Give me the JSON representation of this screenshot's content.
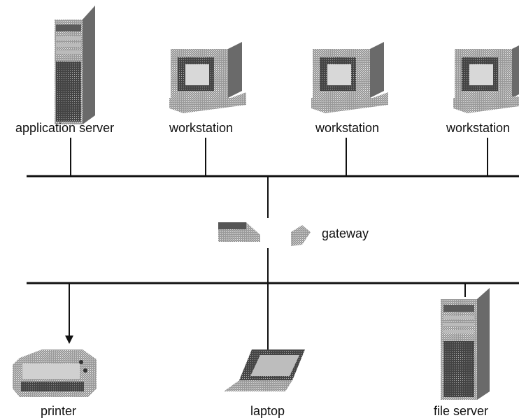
{
  "nodes": {
    "application_server": {
      "label": "application server",
      "icon": "tower-server-icon"
    },
    "workstation_1": {
      "label": "workstation",
      "icon": "workstation-icon"
    },
    "workstation_2": {
      "label": "workstation",
      "icon": "workstation-icon"
    },
    "workstation_3": {
      "label": "workstation",
      "icon": "workstation-icon"
    },
    "gateway": {
      "label": "gateway",
      "icon": "gateway-icon"
    },
    "printer": {
      "label": "printer",
      "icon": "printer-icon"
    },
    "laptop": {
      "label": "laptop",
      "icon": "laptop-icon"
    },
    "file_server": {
      "label": "file server",
      "icon": "tower-server-icon"
    }
  },
  "colors": {
    "line": "#111111",
    "device_dark": "#3a3a3a",
    "device_mid": "#8c8c8c",
    "device_light": "#cfcfcf"
  }
}
